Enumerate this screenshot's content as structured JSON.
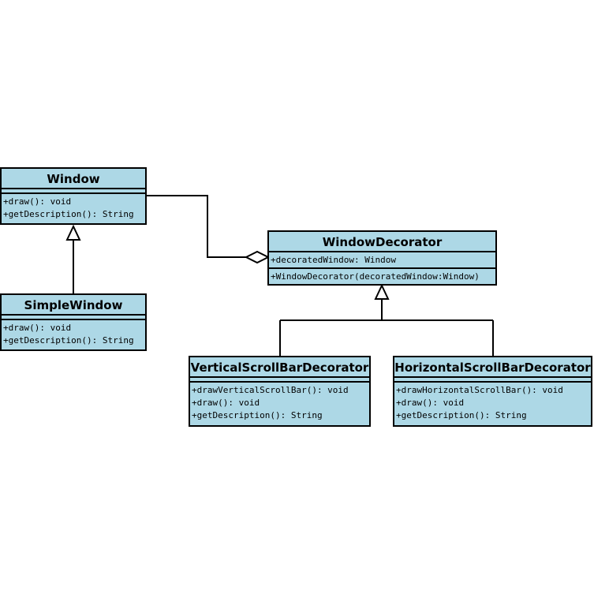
{
  "diagram": {
    "type": "uml-class-diagram",
    "colors": {
      "class_fill": "#add8e6",
      "stroke": "#000000",
      "background": "#ffffff"
    },
    "classes": {
      "window": {
        "name": "Window",
        "attributes": [],
        "operations": [
          "+draw(): void",
          "+getDescription(): String"
        ]
      },
      "simple_window": {
        "name": "SimpleWindow",
        "attributes": [],
        "operations": [
          "+draw(): void",
          "+getDescription(): String"
        ]
      },
      "window_decorator": {
        "name": "WindowDecorator",
        "attributes": [
          "+decoratedWindow: Window"
        ],
        "operations": [
          "+WindowDecorator(decoratedWindow:Window)"
        ]
      },
      "vertical_decorator": {
        "name": "VerticalScrollBarDecorator",
        "attributes": [],
        "operations": [
          "+drawVerticalScrollBar(): void",
          "+draw(): void",
          "+getDescription(): String"
        ]
      },
      "horizontal_decorator": {
        "name": "HorizontalScrollBarDecorator",
        "attributes": [],
        "operations": [
          "+drawHorizontalScrollBar(): void",
          "+draw(): void",
          "+getDescription(): String"
        ]
      }
    },
    "relationships": [
      {
        "type": "generalization",
        "from": "SimpleWindow",
        "to": "Window"
      },
      {
        "type": "aggregation",
        "whole": "WindowDecorator",
        "part": "Window"
      },
      {
        "type": "generalization",
        "from": "VerticalScrollBarDecorator",
        "to": "WindowDecorator"
      },
      {
        "type": "generalization",
        "from": "HorizontalScrollBarDecorator",
        "to": "WindowDecorator"
      }
    ]
  }
}
